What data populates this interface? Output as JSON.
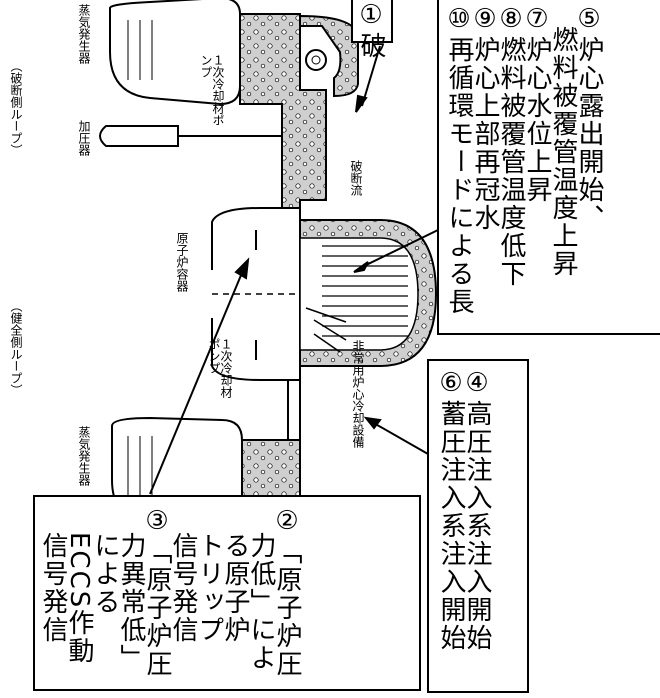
{
  "loop_headers": {
    "broken_side": "（破断側ループ）",
    "healthy_side": "（健全側ループ）"
  },
  "components": {
    "sg_broken": "蒸気発生器",
    "sg_healthy": "蒸気発生器",
    "pressurizer": "加圧器",
    "reactor_vessel": "原子炉容器",
    "pump_broken": "１次冷却材ポンプ",
    "pump_healthy": "１次冷却材ポンプ",
    "break_flow": "破断流",
    "eccs": "非常用炉心冷却設備"
  },
  "callouts": {
    "top_right_fragment": "①破",
    "left_box_lines": [
      "②「原子炉圧",
      "力低」によ",
      "る原子炉",
      "トリップ",
      "信号発信",
      "③「原子炉圧",
      "力異常低」",
      "による",
      "ECCS作動",
      "信号発信"
    ],
    "bottom_box_lines": [
      "④高圧注入系注入開始",
      "⑥蓄圧注入系注入開始"
    ],
    "right_box_lines": [
      "⑤炉心露出開始、",
      "燃料被覆管温度上昇",
      "⑦炉心水位上昇",
      "⑧燃料被覆管温度低下",
      "⑨炉心上部再冠水",
      "⑩再循環モードによる長"
    ]
  },
  "colors": {
    "coolant_fill": "#cccccc",
    "line": "#000000"
  }
}
